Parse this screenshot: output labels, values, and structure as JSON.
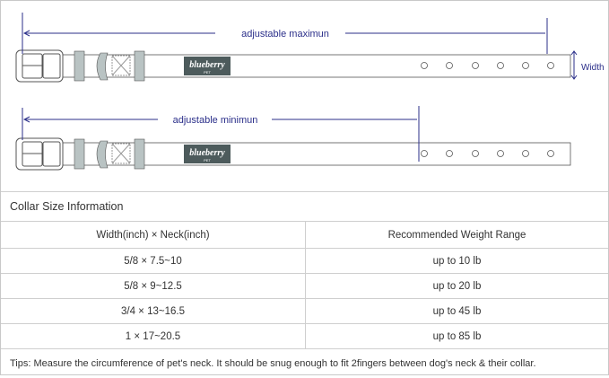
{
  "diagram": {
    "max_label": "adjustable maximun",
    "min_label": "adjustable minimun",
    "width_label": "Width",
    "brand": "blueberry",
    "brand_sub": "PET",
    "colors": {
      "arrow": "#2b2f8a",
      "keeper": "#b9c3c3",
      "brand_bg": "#4d5b5c",
      "outline": "#555555"
    }
  },
  "table": {
    "title": "Collar Size Information",
    "headers": [
      "Width(inch)  ×  Neck(inch)",
      "Recommended Weight Range"
    ],
    "rows": [
      [
        "5/8 × 7.5~10",
        "up to 10 lb"
      ],
      [
        "5/8 × 9~12.5",
        "up to 20 lb"
      ],
      [
        "3/4 × 13~16.5",
        "up to 45 lb"
      ],
      [
        "1 × 17~20.5",
        "up to 85 lb"
      ]
    ],
    "tips": "Tips: Measure the circumference of pet's neck. It should be snug enough to fit 2fingers between dog's neck & their collar."
  }
}
